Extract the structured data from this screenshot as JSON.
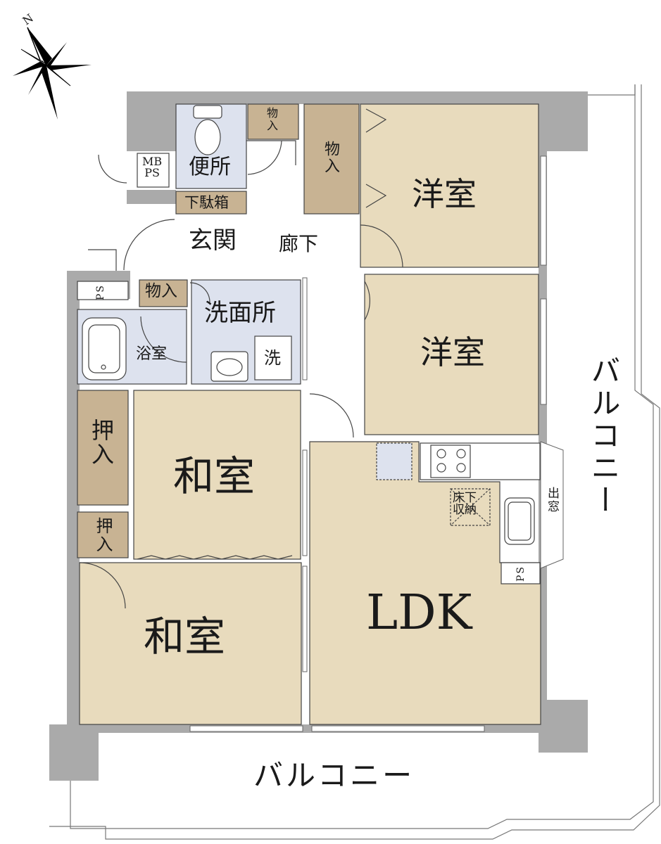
{
  "compass": {
    "north_label": "N"
  },
  "colors": {
    "room_fill": "#e8dbbd",
    "storage_fill": "#c8b393",
    "wet_fill": "#dde2ee",
    "wall": "#aaaaaa",
    "line": "#555555"
  },
  "rooms": {
    "western_room_north": "洋室",
    "western_room_south": "洋室",
    "washroom": "洗面所",
    "bathroom": "浴室",
    "toilet": "便所",
    "entrance": "玄関",
    "hallway": "廊下",
    "shoe_cabinet": "下駄箱",
    "storage_entrance_small": "物入",
    "storage_hall": "物入",
    "storage_bath": "物入",
    "japanese_room_center": "和室",
    "japanese_room_south": "和室",
    "closet_upper": "押入",
    "closet_lower": "押入",
    "ldk": "LDK"
  },
  "fixtures": {
    "washing_machine": "洗",
    "underfloor_storage": [
      "床下",
      "収納"
    ],
    "bay_window": "出窓",
    "meter_box": [
      "MB",
      "PS"
    ],
    "ps_left": "PS",
    "ps_kitchen": "PS"
  },
  "balconies": {
    "south": "バルコニー",
    "east": "バルコニー"
  }
}
